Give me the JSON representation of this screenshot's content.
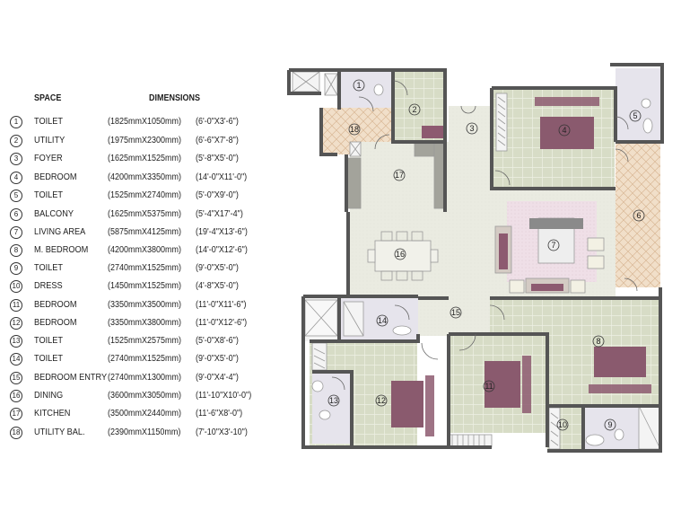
{
  "legend": {
    "header_space": "SPACE",
    "header_dimensions": "DIMENSIONS",
    "rows": [
      {
        "num": "1",
        "space": "TOILET",
        "mm": "(1825mmX1050mm)",
        "ft": "(6'-0\"X3'-6\")"
      },
      {
        "num": "2",
        "space": "UTILITY",
        "mm": "(1975mmX2300mm)",
        "ft": "(6'-6\"X7'-8\")"
      },
      {
        "num": "3",
        "space": "FOYER",
        "mm": "(1625mmX1525mm)",
        "ft": "(5'-8\"X5'-0\")"
      },
      {
        "num": "4",
        "space": "BEDROOM",
        "mm": "(4200mmX3350mm)",
        "ft": "(14'-0\"X11'-0\")"
      },
      {
        "num": "5",
        "space": "TOILET",
        "mm": "(1525mmX2740mm)",
        "ft": "(5'-0\"X9'-0\")"
      },
      {
        "num": "6",
        "space": "BALCONY",
        "mm": "(1625mmX5375mm)",
        "ft": "(5'-4\"X17'-4\")"
      },
      {
        "num": "7",
        "space": "LIVING AREA",
        "mm": "(5875mmX4125mm)",
        "ft": "(19'-4\"X13'-6\")"
      },
      {
        "num": "8",
        "space": "M. BEDROOM",
        "mm": "(4200mmX3800mm)",
        "ft": "(14'-0\"X12'-6\")"
      },
      {
        "num": "9",
        "space": "TOILET",
        "mm": "(2740mmX1525mm)",
        "ft": "(9'-0\"X5'-0\")"
      },
      {
        "num": "10",
        "space": "DRESS",
        "mm": "(1450mmX1525mm)",
        "ft": "(4'-8\"X5'-0\")"
      },
      {
        "num": "11",
        "space": "BEDROOM",
        "mm": "(3350mmX3500mm)",
        "ft": "(11'-0\"X11'-6\")"
      },
      {
        "num": "12",
        "space": "BEDROOM",
        "mm": "(3350mmX3800mm)",
        "ft": "(11'-0\"X12'-6\")"
      },
      {
        "num": "13",
        "space": "TOILET",
        "mm": "(1525mmX2575mm)",
        "ft": "(5'-0\"X8'-6\")"
      },
      {
        "num": "14",
        "space": "TOILET",
        "mm": "(2740mmX1525mm)",
        "ft": "(9'-0\"X5'-0\")"
      },
      {
        "num": "15",
        "space": "BEDROOM ENTRY",
        "mm": "(2740mmX1300mm)",
        "ft": "(9'-0\"X4'-4\")"
      },
      {
        "num": "16",
        "space": "DINING",
        "mm": "(3600mmX3050mm)",
        "ft": "(11'-10\"X10'-0\")"
      },
      {
        "num": "17",
        "space": "KITCHEN",
        "mm": "(3500mmX2440mm)",
        "ft": "(11'-6\"X8'-0\")"
      },
      {
        "num": "18",
        "space": "UTILITY BAL.",
        "mm": "(2390mmX1150mm)",
        "ft": "(7'-10\"X3'-10\")"
      }
    ]
  },
  "plan": {
    "labels": {
      "r1": "1",
      "r2": "2",
      "r3": "3",
      "r4": "4",
      "r5": "5",
      "r6": "6",
      "r7": "7",
      "r8": "8",
      "r9": "9",
      "r10": "10",
      "r11": "11",
      "r12": "12",
      "r13": "13",
      "r14": "14",
      "r15": "15",
      "r16": "16",
      "r17": "17",
      "r18": "18"
    },
    "colors": {
      "wall": "#555555",
      "tile_floor": "#d7dcc6",
      "plain_floor": "#e9eadf",
      "toilet_floor": "#e4e2ea",
      "balcony_floor": "#f0dcc4",
      "bed": "#8a5a6e",
      "rug": "#eedde6"
    }
  }
}
